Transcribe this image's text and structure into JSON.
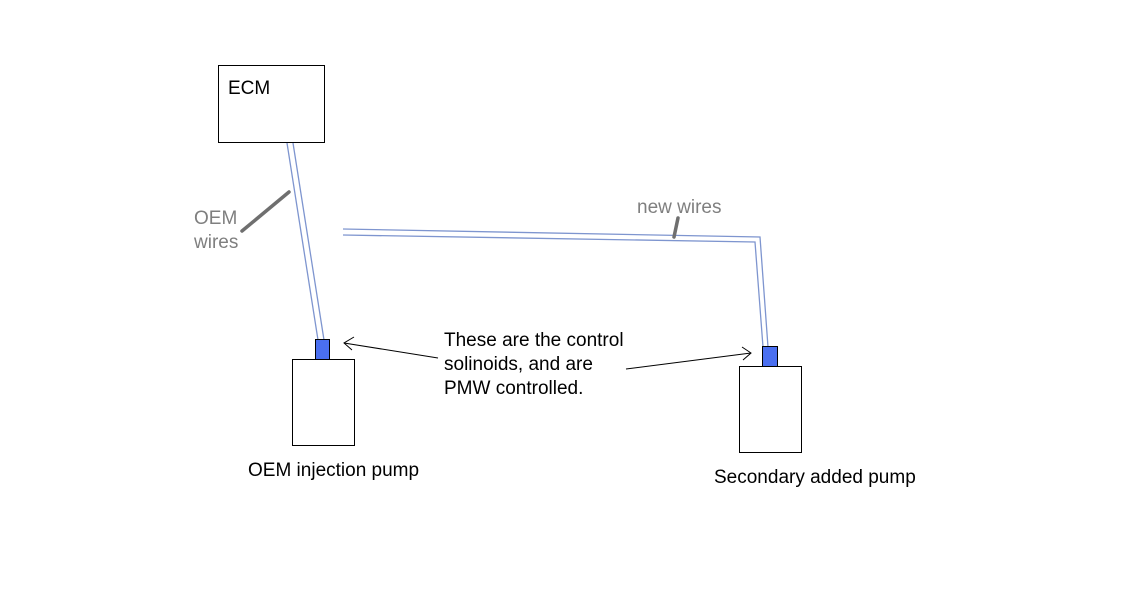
{
  "diagram": {
    "ecm_label": "ECM",
    "oem_wires_label": [
      "OEM",
      "wires"
    ],
    "new_wires_label": "new wires",
    "annotation": [
      "These are the control",
      "solinoids, and are",
      "PMW controlled."
    ],
    "oem_pump_label": "OEM injection pump",
    "secondary_pump_label": "Secondary added pump",
    "colors": {
      "wire": "#7e95cf",
      "solenoid": "#4a6ff0",
      "grey_text": "#7f7f7f",
      "leader": "#6f6f6f"
    }
  }
}
